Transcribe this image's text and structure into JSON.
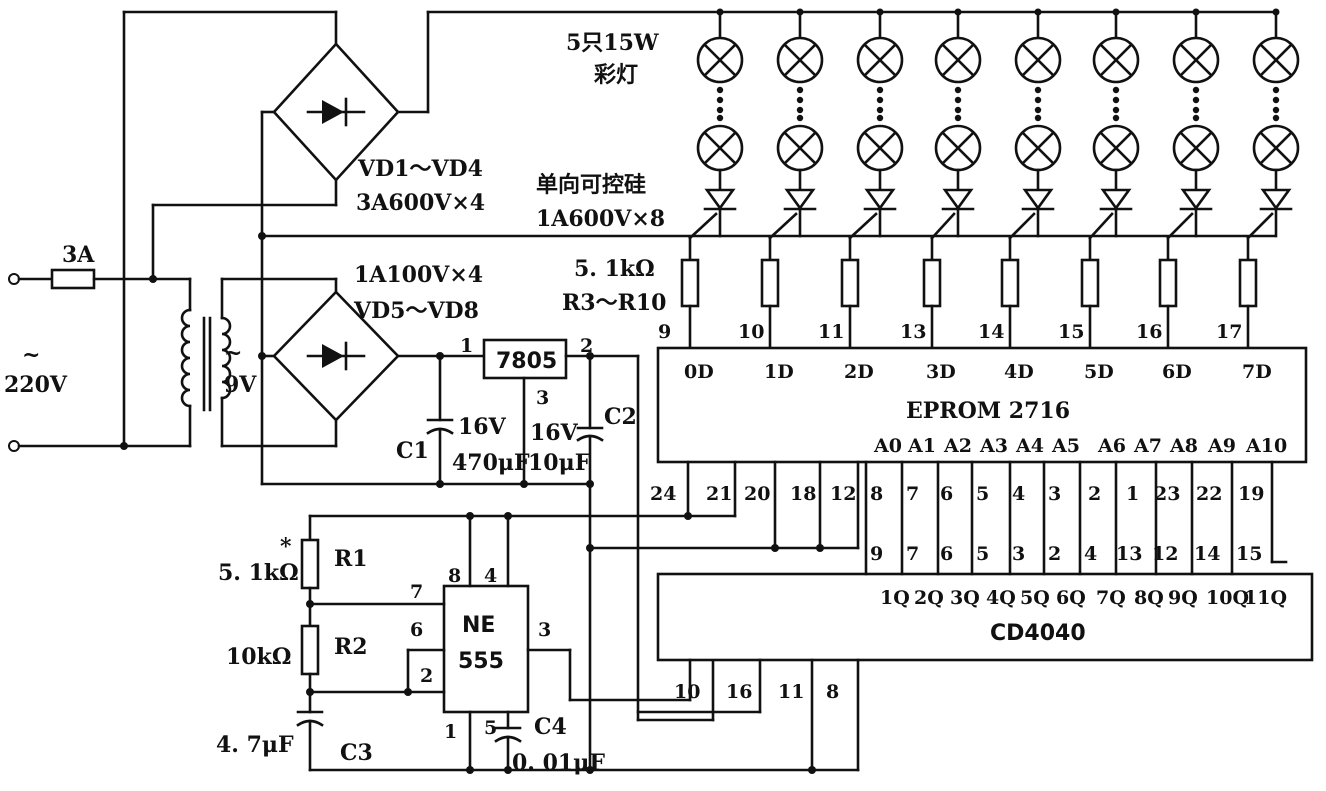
{
  "labels": {
    "fuse": "3A",
    "ac_symbol": "~",
    "ac_voltage": "220V",
    "secondary_symbol": "~",
    "secondary_voltage": "9V",
    "bridge1_name": "VD1～VD4",
    "bridge1_rating": "3A600V×4",
    "bridge2_rating": "1A100V×4",
    "bridge2_name": "VD5～VD8",
    "lamps_line1": "5只15W",
    "lamps_line2": "彩灯",
    "scr_line1": "单向可控硅",
    "scr_line2": "1A600V×8",
    "res_line1": "5. 1kΩ",
    "res_line2": "R3～R10",
    "reg": "7805",
    "reg_pin1": "1",
    "reg_pin2": "2",
    "reg_pin3": "3",
    "c1_volt": "16V",
    "c1_name": "C1",
    "c1_val": "470μF",
    "c2_volt": "16V",
    "c2_name": "C2",
    "c2_val": "10μF",
    "r1_val": "5. 1kΩ",
    "r1_star": "*",
    "r1_name": "R1",
    "r2_val": "10kΩ",
    "r2_name": "R2",
    "c3_val": "4. 7μF",
    "c3_name": "C3",
    "c4_name": "C4",
    "c4_pin": "5",
    "c4_val": "0. 01μF",
    "ne_line1": "NE",
    "ne_line2": "555",
    "ne_pin7": "7",
    "ne_pin8": "8",
    "ne_pin4": "4",
    "ne_pin6": "6",
    "ne_pin2": "2",
    "ne_pin3": "3",
    "ne_pin1": "1",
    "eprom": "EPROM  2716",
    "cd4040": "CD4040",
    "eprom_top_pins": [
      "9",
      "10",
      "11",
      "13",
      "14",
      "15",
      "16",
      "17"
    ],
    "eprom_data": [
      "0D",
      "1D",
      "2D",
      "3D",
      "4D",
      "5D",
      "6D",
      "7D"
    ],
    "eprom_addr": [
      "A0",
      "A1",
      "A2",
      "A3",
      "A4",
      "A5",
      "A6",
      "A7",
      "A8",
      "A9",
      "A10"
    ],
    "eprom_bottom_pins": [
      "24",
      "21",
      "20",
      "18",
      "12",
      "8",
      "7",
      "6",
      "5",
      "4",
      "3",
      "2",
      "1",
      "23",
      "22",
      "19"
    ],
    "cd_top_pins": [
      "9",
      "7",
      "6",
      "5",
      "3",
      "2",
      "4",
      "13",
      "12",
      "14",
      "15"
    ],
    "cd_outputs": [
      "1Q",
      "2Q",
      "3Q",
      "4Q",
      "5Q",
      "6Q",
      "7Q",
      "8Q",
      "9Q",
      "10Q",
      "11Q"
    ],
    "cd_bottom_pins": [
      "10",
      "16",
      "11",
      "8"
    ]
  }
}
